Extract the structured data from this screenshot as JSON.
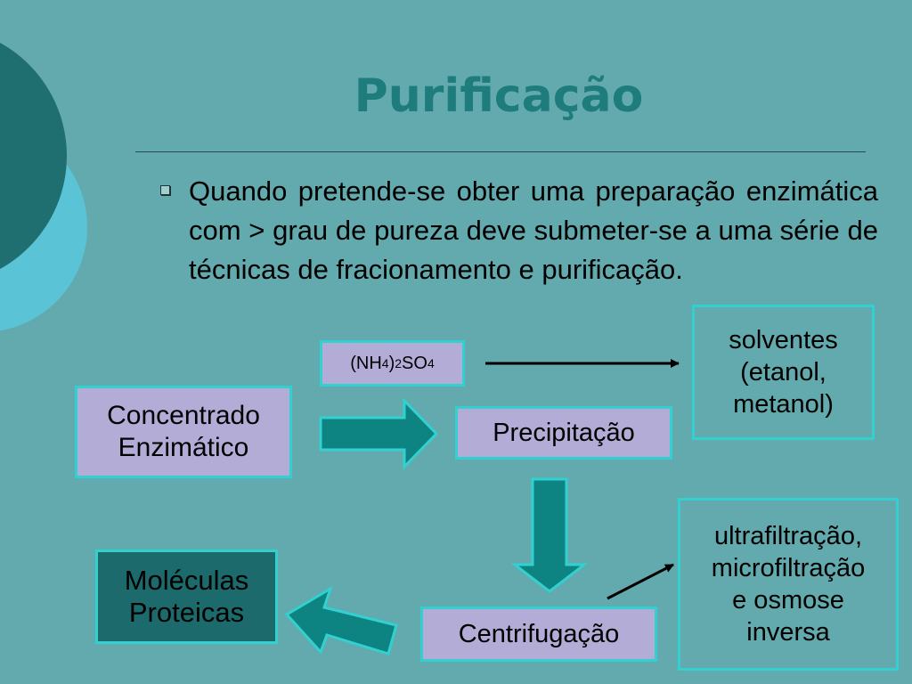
{
  "slide": {
    "title": "Purificação",
    "bullet": "Quando pretende-se obter uma preparação enzimática com > grau de pureza deve submeter-se a uma série de técnicas de fracionamento e purificação."
  },
  "nodes": {
    "concentrado": {
      "line1": "Concentrado",
      "line2": "Enzimático"
    },
    "precipitacao": "Precipitação",
    "centrifugacao": "Centrifugação",
    "moleculas": {
      "line1": "Moléculas",
      "line2": "Proteicas"
    },
    "formula": {
      "p1": "(NH",
      "s1": "4",
      "p2": ")",
      "s2": "2",
      "p3": "SO",
      "s3": "4"
    },
    "solventes": {
      "line1": "solventes",
      "line2": "(etanol,",
      "line3": "metanol)"
    },
    "ultrafiltracao": {
      "line1": "ultrafiltração,",
      "line2": "microfiltração",
      "line3": "e osmose",
      "line4": "inversa"
    }
  },
  "colors": {
    "background": "#62AAAD",
    "title": "#1E7C7D",
    "box_border": "#33D0D0",
    "box_fill": "#B2ACD7",
    "dark_box_fill": "#1C6A6C",
    "arrow_fill": "#0E8482",
    "circle_dark": "#1F6E70",
    "circle_light": "#5BC3D6"
  }
}
